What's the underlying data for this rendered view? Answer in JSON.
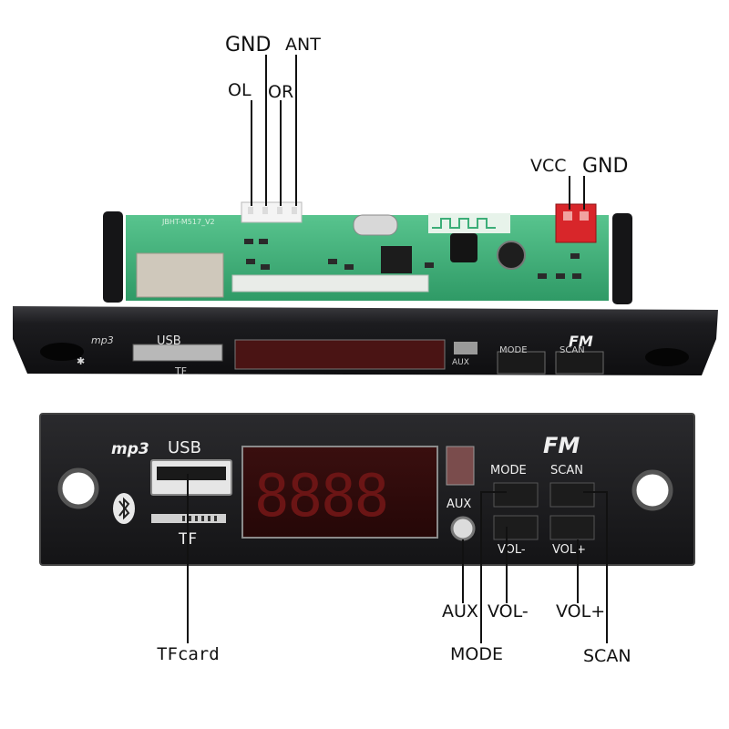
{
  "top_labels": {
    "gnd_left": "GND",
    "ant": "ANT",
    "ol": "OL",
    "or": "OR",
    "vcc": "VCC",
    "gnd_right": "GND"
  },
  "board_print": {
    "model": "JBHT-M517_V2"
  },
  "top_panel": {
    "mp3": "mp3",
    "usb": "USB",
    "tf": "TF",
    "aux": "AUX",
    "mode": "MODE",
    "scan": "SCAN",
    "fm": "FM"
  },
  "front_panel": {
    "mp3": "mp3",
    "usb": "USB",
    "tf": "TF",
    "aux": "AUX",
    "mode": "MODE",
    "scan": "SCAN",
    "vol_minus": "VOL-",
    "vol_plus": "VOL+",
    "fm": "FM",
    "display_digits": "8888"
  },
  "bottom_labels": {
    "tfcard": "TFcard",
    "aux": "AUX",
    "vol_minus": "VOL-",
    "vol_plus": "VOL+",
    "mode": "MODE",
    "scan": "SCAN"
  },
  "colors": {
    "pcb": "#3cae78",
    "bezel": "#1b1b1d",
    "display_red": "#8a1616",
    "connector_red": "#d8262a",
    "connector_white": "#f2f2f2"
  },
  "icons": [
    "bluetooth-icon",
    "usb-port-icon",
    "tf-slot-icon",
    "aux-jack-icon"
  ]
}
